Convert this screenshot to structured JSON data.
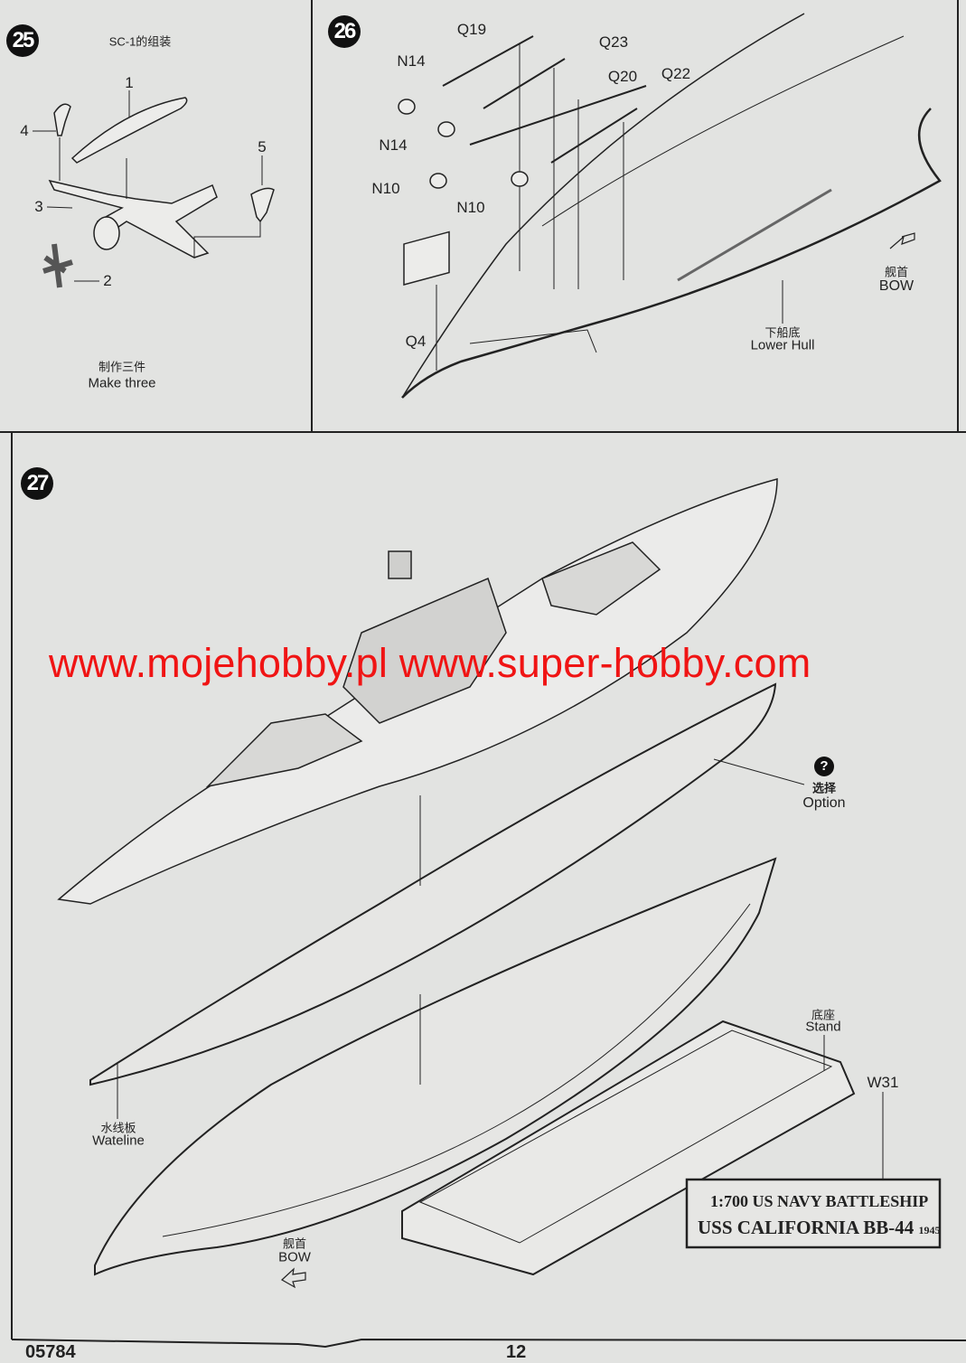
{
  "steps": {
    "s25": {
      "number": "25",
      "title": "SC-1的组装",
      "parts": [
        "1",
        "2",
        "3",
        "4",
        "5"
      ],
      "note_cn": "制作三件",
      "note_en": "Make three"
    },
    "s26": {
      "number": "26",
      "parts": {
        "q19": "Q19",
        "q23": "Q23",
        "q20": "Q20",
        "q22": "Q22",
        "n14a": "N14",
        "n14b": "N14",
        "n10a": "N10",
        "n10b": "N10",
        "q4": "Q4"
      },
      "bow_cn": "舰首",
      "bow_en": "BOW",
      "hull_cn": "下船底",
      "hull_en": "Lower Hull"
    },
    "s27": {
      "number": "27",
      "option_icon": "?",
      "option_cn": "选择",
      "option_en": "Option",
      "waterline_cn": "水线板",
      "waterline_en": "Wateline",
      "bow_cn": "舰首",
      "bow_en": "BOW",
      "stand_cn": "底座",
      "stand_en": "Stand",
      "plaque_part": "W31",
      "plaque_line1": "1:700 US NAVY BATTLESHIP",
      "plaque_line2": "USS CALIFORNIA BB-44",
      "plaque_year": "1945"
    }
  },
  "watermark": "www.mojehobby.pl www.super-hobby.com",
  "footer": {
    "code": "05784",
    "page": "12"
  },
  "colors": {
    "paper": "#e2e3e1",
    "ink": "#222222",
    "watermark": "#f01414"
  }
}
